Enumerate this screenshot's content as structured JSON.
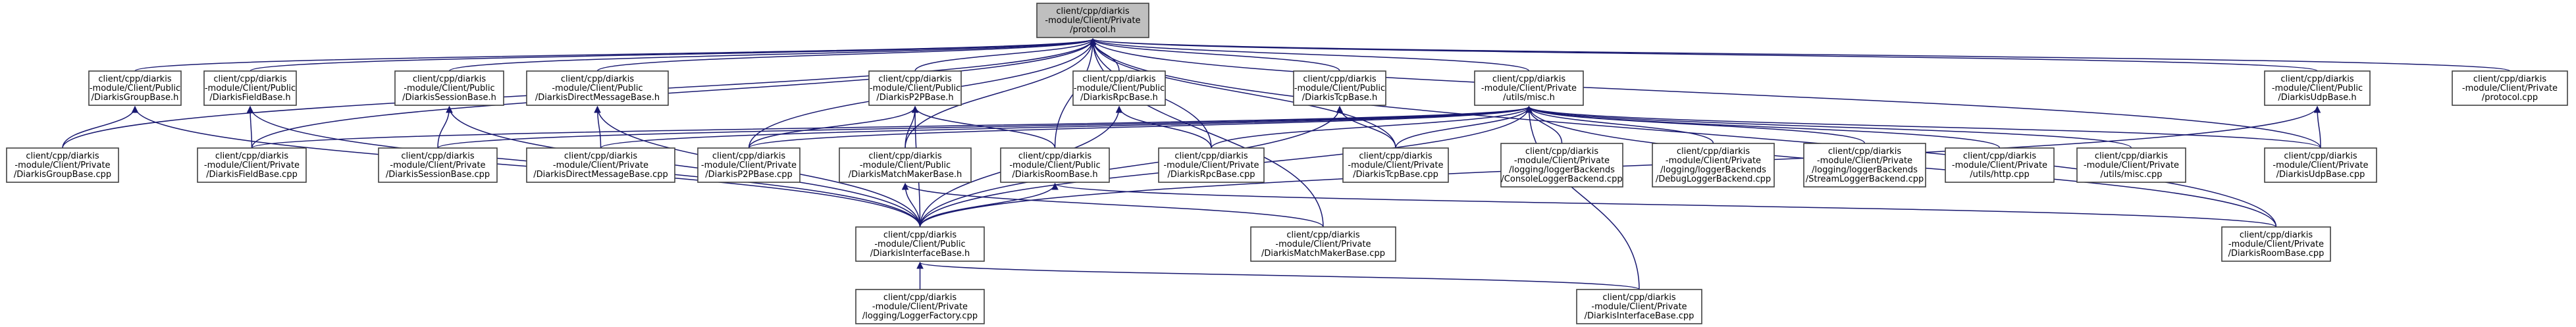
{
  "diagram": {
    "type": "include-dependency-graph",
    "edge_color": "#191970",
    "root_fill": "#bfbfbf",
    "nodes": [
      {
        "id": "protocol_h",
        "lines": [
          "client/cpp/diarkis",
          "-module/Client/Private",
          "/protocol.h"
        ],
        "root": true
      },
      {
        "id": "group_h",
        "lines": [
          "client/cpp/diarkis",
          "-module/Client/Public",
          "/DiarkisGroupBase.h"
        ]
      },
      {
        "id": "field_h",
        "lines": [
          "client/cpp/diarkis",
          "-module/Client/Public",
          "/DiarkisFieldBase.h"
        ]
      },
      {
        "id": "session_h",
        "lines": [
          "client/cpp/diarkis",
          "-module/Client/Public",
          "/DiarkisSessionBase.h"
        ]
      },
      {
        "id": "dm_h",
        "lines": [
          "client/cpp/diarkis",
          "-module/Client/Public",
          "/DiarkisDirectMessageBase.h"
        ]
      },
      {
        "id": "p2p_h",
        "lines": [
          "client/cpp/diarkis",
          "-module/Client/Public",
          "/DiarkisP2PBase.h"
        ]
      },
      {
        "id": "rpc_h",
        "lines": [
          "client/cpp/diarkis",
          "-module/Client/Public",
          "/DiarkisRpcBase.h"
        ]
      },
      {
        "id": "tcp_h",
        "lines": [
          "client/cpp/diarkis",
          "-module/Client/Public",
          "/DiarkisTcpBase.h"
        ]
      },
      {
        "id": "misc_h",
        "lines": [
          "client/cpp/diarkis",
          "-module/Client/Private",
          "/utils/misc.h"
        ]
      },
      {
        "id": "udp_h",
        "lines": [
          "client/cpp/diarkis",
          "-module/Client/Public",
          "/DiarkisUdpBase.h"
        ]
      },
      {
        "id": "protocol_cpp",
        "lines": [
          "client/cpp/diarkis",
          "-module/Client/Private",
          "/protocol.cpp"
        ]
      },
      {
        "id": "group_cpp",
        "lines": [
          "client/cpp/diarkis",
          "-module/Client/Private",
          "/DiarkisGroupBase.cpp"
        ]
      },
      {
        "id": "field_cpp",
        "lines": [
          "client/cpp/diarkis",
          "-module/Client/Private",
          "/DiarkisFieldBase.cpp"
        ]
      },
      {
        "id": "session_cpp",
        "lines": [
          "client/cpp/diarkis",
          "-module/Client/Private",
          "/DiarkisSessionBase.cpp"
        ]
      },
      {
        "id": "dm_cpp",
        "lines": [
          "client/cpp/diarkis",
          "-module/Client/Private",
          "/DiarkisDirectMessageBase.cpp"
        ]
      },
      {
        "id": "p2p_cpp",
        "lines": [
          "client/cpp/diarkis",
          "-module/Client/Private",
          "/DiarkisP2PBase.cpp"
        ]
      },
      {
        "id": "mm_h",
        "lines": [
          "client/cpp/diarkis",
          "-module/Client/Public",
          "/DiarkisMatchMakerBase.h"
        ]
      },
      {
        "id": "room_h",
        "lines": [
          "client/cpp/diarkis",
          "-module/Client/Public",
          "/DiarkisRoomBase.h"
        ]
      },
      {
        "id": "rpc_cpp",
        "lines": [
          "client/cpp/diarkis",
          "-module/Client/Private",
          "/DiarkisRpcBase.cpp"
        ]
      },
      {
        "id": "tcp_cpp",
        "lines": [
          "client/cpp/diarkis",
          "-module/Client/Private",
          "/DiarkisTcpBase.cpp"
        ]
      },
      {
        "id": "console_cpp",
        "lines": [
          "client/cpp/diarkis",
          "-module/Client/Private",
          "/logging/loggerBackends",
          "/ConsoleLoggerBackend.cpp"
        ]
      },
      {
        "id": "debug_cpp",
        "lines": [
          "client/cpp/diarkis",
          "-module/Client/Private",
          "/logging/loggerBackends",
          "/DebugLoggerBackend.cpp"
        ]
      },
      {
        "id": "stream_cpp",
        "lines": [
          "client/cpp/diarkis",
          "-module/Client/Private",
          "/logging/loggerBackends",
          "/StreamLoggerBackend.cpp"
        ]
      },
      {
        "id": "http_cpp",
        "lines": [
          "client/cpp/diarkis",
          "-module/Client/Private",
          "/utils/http.cpp"
        ]
      },
      {
        "id": "misc_cpp",
        "lines": [
          "client/cpp/diarkis",
          "-module/Client/Private",
          "/utils/misc.cpp"
        ]
      },
      {
        "id": "udp_cpp",
        "lines": [
          "client/cpp/diarkis",
          "-module/Client/Private",
          "/DiarkisUdpBase.cpp"
        ]
      },
      {
        "id": "iface_h",
        "lines": [
          "client/cpp/diarkis",
          "-module/Client/Public",
          "/DiarkisInterfaceBase.h"
        ]
      },
      {
        "id": "mm_cpp",
        "lines": [
          "client/cpp/diarkis",
          "-module/Client/Private",
          "/DiarkisMatchMakerBase.cpp"
        ]
      },
      {
        "id": "room_cpp",
        "lines": [
          "client/cpp/diarkis",
          "-module/Client/Private",
          "/DiarkisRoomBase.cpp"
        ]
      },
      {
        "id": "logfactory_cpp",
        "lines": [
          "client/cpp/diarkis",
          "-module/Client/Private",
          "/logging/LoggerFactory.cpp"
        ]
      },
      {
        "id": "iface_cpp",
        "lines": [
          "client/cpp/diarkis",
          "-module/Client/Private",
          "/DiarkisInterfaceBase.cpp"
        ]
      }
    ],
    "edges": [
      [
        "group_h",
        "protocol_h"
      ],
      [
        "field_h",
        "protocol_h"
      ],
      [
        "session_h",
        "protocol_h"
      ],
      [
        "dm_h",
        "protocol_h"
      ],
      [
        "p2p_h",
        "protocol_h"
      ],
      [
        "rpc_h",
        "protocol_h"
      ],
      [
        "tcp_h",
        "protocol_h"
      ],
      [
        "misc_h",
        "protocol_h"
      ],
      [
        "udp_h",
        "protocol_h"
      ],
      [
        "protocol_cpp",
        "protocol_h"
      ],
      [
        "group_cpp",
        "protocol_h"
      ],
      [
        "field_cpp",
        "protocol_h"
      ],
      [
        "p2p_cpp",
        "protocol_h"
      ],
      [
        "mm_h",
        "protocol_h"
      ],
      [
        "room_h",
        "protocol_h"
      ],
      [
        "rpc_cpp",
        "protocol_h"
      ],
      [
        "tcp_cpp",
        "protocol_h"
      ],
      [
        "udp_cpp",
        "protocol_h"
      ],
      [
        "mm_cpp",
        "protocol_h"
      ],
      [
        "room_cpp",
        "protocol_h"
      ],
      [
        "group_cpp",
        "group_h"
      ],
      [
        "iface_h",
        "group_h"
      ],
      [
        "field_cpp",
        "field_h"
      ],
      [
        "iface_h",
        "field_h"
      ],
      [
        "session_cpp",
        "session_h"
      ],
      [
        "iface_h",
        "session_h"
      ],
      [
        "dm_cpp",
        "dm_h"
      ],
      [
        "iface_h",
        "dm_h"
      ],
      [
        "p2p_cpp",
        "p2p_h"
      ],
      [
        "mm_h",
        "p2p_h"
      ],
      [
        "room_h",
        "p2p_h"
      ],
      [
        "iface_h",
        "p2p_h"
      ],
      [
        "rpc_cpp",
        "rpc_h"
      ],
      [
        "iface_h",
        "rpc_h"
      ],
      [
        "tcp_cpp",
        "tcp_h"
      ],
      [
        "iface_h",
        "tcp_h"
      ],
      [
        "udp_cpp",
        "udp_h"
      ],
      [
        "iface_h",
        "udp_h"
      ],
      [
        "field_cpp",
        "misc_h"
      ],
      [
        "session_cpp",
        "misc_h"
      ],
      [
        "dm_cpp",
        "misc_h"
      ],
      [
        "p2p_cpp",
        "misc_h"
      ],
      [
        "rpc_cpp",
        "misc_h"
      ],
      [
        "tcp_cpp",
        "misc_h"
      ],
      [
        "console_cpp",
        "misc_h"
      ],
      [
        "debug_cpp",
        "misc_h"
      ],
      [
        "stream_cpp",
        "misc_h"
      ],
      [
        "http_cpp",
        "misc_h"
      ],
      [
        "misc_cpp",
        "misc_h"
      ],
      [
        "udp_cpp",
        "misc_h"
      ],
      [
        "iface_h",
        "misc_h"
      ],
      [
        "room_cpp",
        "misc_h"
      ],
      [
        "iface_cpp",
        "misc_h"
      ],
      [
        "iface_h",
        "mm_h"
      ],
      [
        "mm_cpp",
        "mm_h"
      ],
      [
        "iface_h",
        "room_h"
      ],
      [
        "room_cpp",
        "room_h"
      ],
      [
        "logfactory_cpp",
        "iface_h"
      ],
      [
        "iface_cpp",
        "iface_h"
      ]
    ]
  }
}
